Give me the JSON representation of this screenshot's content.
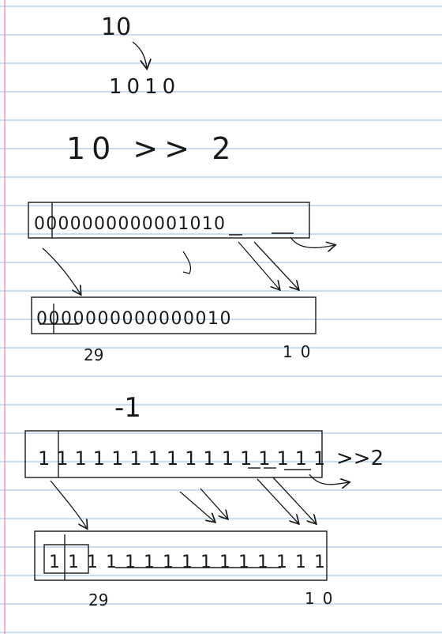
{
  "page_bg": "#ffffff",
  "rule_color": "#9ab8e8",
  "margin_color": "#f090c8",
  "ink_color": "#1a1a1a",
  "example1": {
    "decimal": "10",
    "binary": "1010",
    "expression": "10 >> 2",
    "before_bits": "0000000000001010",
    "after_bits": "0000000000000010",
    "pos_high": "29",
    "pos_low": "10"
  },
  "example2": {
    "decimal": "-1",
    "shift_label": ">>2",
    "before_bits": "1111111111111111",
    "after_bits": "111111111111111",
    "pos_high": "29",
    "pos_low": "10"
  }
}
